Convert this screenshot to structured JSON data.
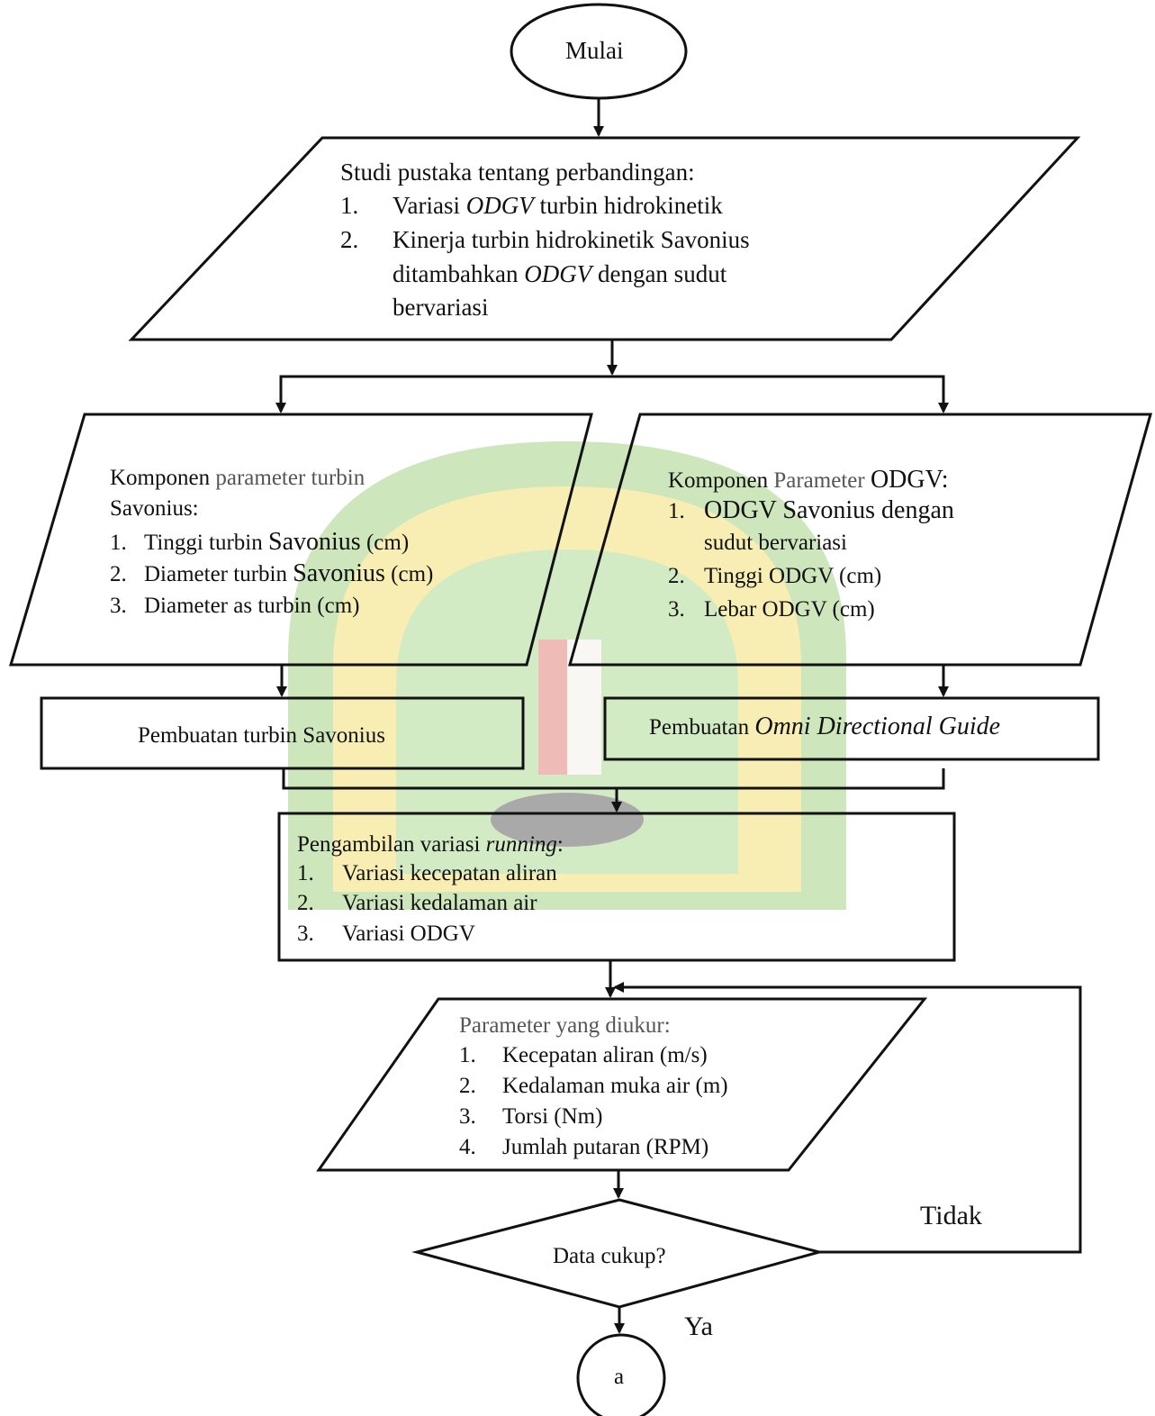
{
  "start": "Mulai",
  "literature": {
    "title": "Studi pustaka tentang perbandingan:",
    "items": [
      {
        "num": "1.",
        "parts": [
          "Variasi ",
          "ODGV",
          " turbin hidrokinetik"
        ]
      },
      {
        "num": "2.",
        "lines": [
          "Kinerja turbin hidrokinetik Savonius",
          "ditambahkan ",
          "ODGV",
          " dengan sudut",
          "bervariasi"
        ]
      }
    ]
  },
  "savonius_params": {
    "title_a": "Komponen",
    "title_b": " parameter turbin",
    "title_c": "Savonius:",
    "items": [
      {
        "num": "1.",
        "text_a": "Tinggi turbin ",
        "text_b": "Savonius",
        "text_c": " (cm)"
      },
      {
        "num": "2.",
        "text_a": "Diameter turbin ",
        "text_b": "Savonius",
        "text_c": " (cm)"
      },
      {
        "num": "3.",
        "text_a": "Diameter as turbin (cm)",
        "text_b": "",
        "text_c": ""
      }
    ]
  },
  "odgv_params": {
    "title_a": "Komponen",
    "title_b": " Parameter ",
    "title_c": "ODGV:",
    "items": [
      {
        "num": "1.",
        "line1": "ODGV Savonius dengan",
        "line2": "sudut bervariasi"
      },
      {
        "num": "2.",
        "line1": "Tinggi ODGV (cm)"
      },
      {
        "num": "3.",
        "line1": "Lebar ODGV (cm)"
      }
    ]
  },
  "make_savonius": "Pembuatan turbin Savonius",
  "make_odgv_a": "Pembuatan ",
  "make_odgv_b": "Omni Directional Guide",
  "running": {
    "title_a": "Pengambilan variasi ",
    "title_b": "running",
    "title_c": ":",
    "items": [
      {
        "num": "1.",
        "text": "Variasi kecepatan aliran"
      },
      {
        "num": "2.",
        "text": "Variasi kedalaman air"
      },
      {
        "num": "3.",
        "text": "Variasi ODGV"
      }
    ]
  },
  "measured": {
    "title": "Parameter yang diukur:",
    "items": [
      {
        "num": "1.",
        "text": "Kecepatan aliran (m/s)"
      },
      {
        "num": "2.",
        "text": "Kedalaman muka air (m)"
      },
      {
        "num": "3.",
        "text": "Torsi (Nm)"
      },
      {
        "num": "4.",
        "text": "Jumlah putaran (RPM)"
      }
    ]
  },
  "decision": "Data cukup?",
  "no_label": "Tidak",
  "yes_label": "Ya",
  "end": "a",
  "colors": {
    "stroke": "#111111",
    "watermark_green": "#3e9b3a",
    "watermark_yellow": "#f2d23a"
  }
}
